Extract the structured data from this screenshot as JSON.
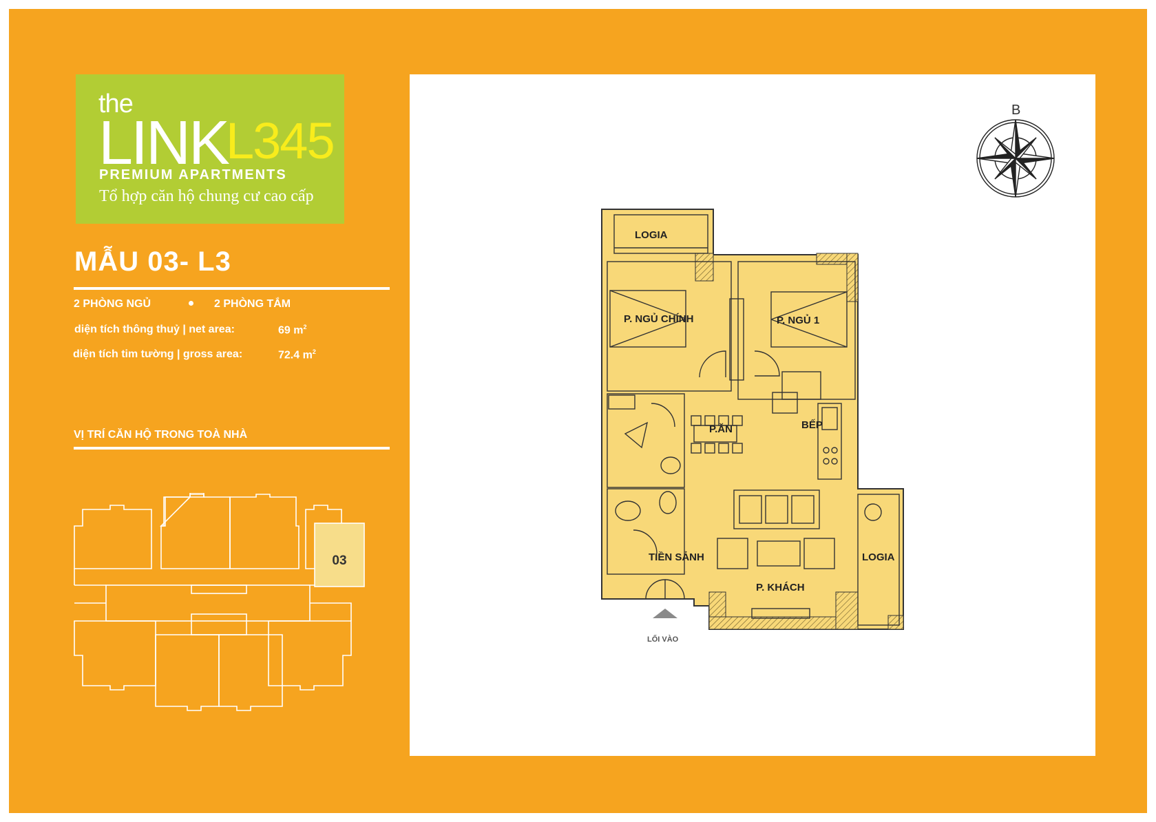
{
  "logo": {
    "the": "the",
    "link": "LINK",
    "l345": "L345",
    "premium": "PREMIUM APARTMENTS",
    "tagline": "Tổ hợp căn hộ chung cư cao cấp"
  },
  "unit": {
    "title": "MẪU 03- L3",
    "bedrooms": "2 PHÒNG NGỦ",
    "bathrooms": "2 PHÒNG TẮM",
    "net_area_label": "diện tích thông thuỷ | net area:",
    "net_area_value": "69 m",
    "gross_area_label": "diện tích tim tường | gross area:",
    "gross_area_value": "72.4 m",
    "area_unit_exp": "2"
  },
  "location": {
    "title": "VỊ TRÍ CĂN HỘ TRONG TOÀ NHÀ",
    "unit_number": "03"
  },
  "compass": {
    "north_label": "B"
  },
  "floorplan": {
    "rooms": {
      "logia_top": "LOGIA",
      "master_bedroom": "P. NGỦ CHÍNH",
      "bedroom_1": "P. NGỦ 1",
      "dining": "P.ĂN",
      "kitchen": "BẾP",
      "foyer": "TIỀN SẢNH",
      "living": "P. KHÁCH",
      "logia_right": "LOGIA"
    },
    "entrance": "LỐI VÀO"
  },
  "colors": {
    "frame": "#f6a41f",
    "logo_bg": "#b2cd34",
    "logo_accent": "#f8ec1c",
    "floor": "#f8d878",
    "highlight_unit": "#f7dd8a"
  }
}
